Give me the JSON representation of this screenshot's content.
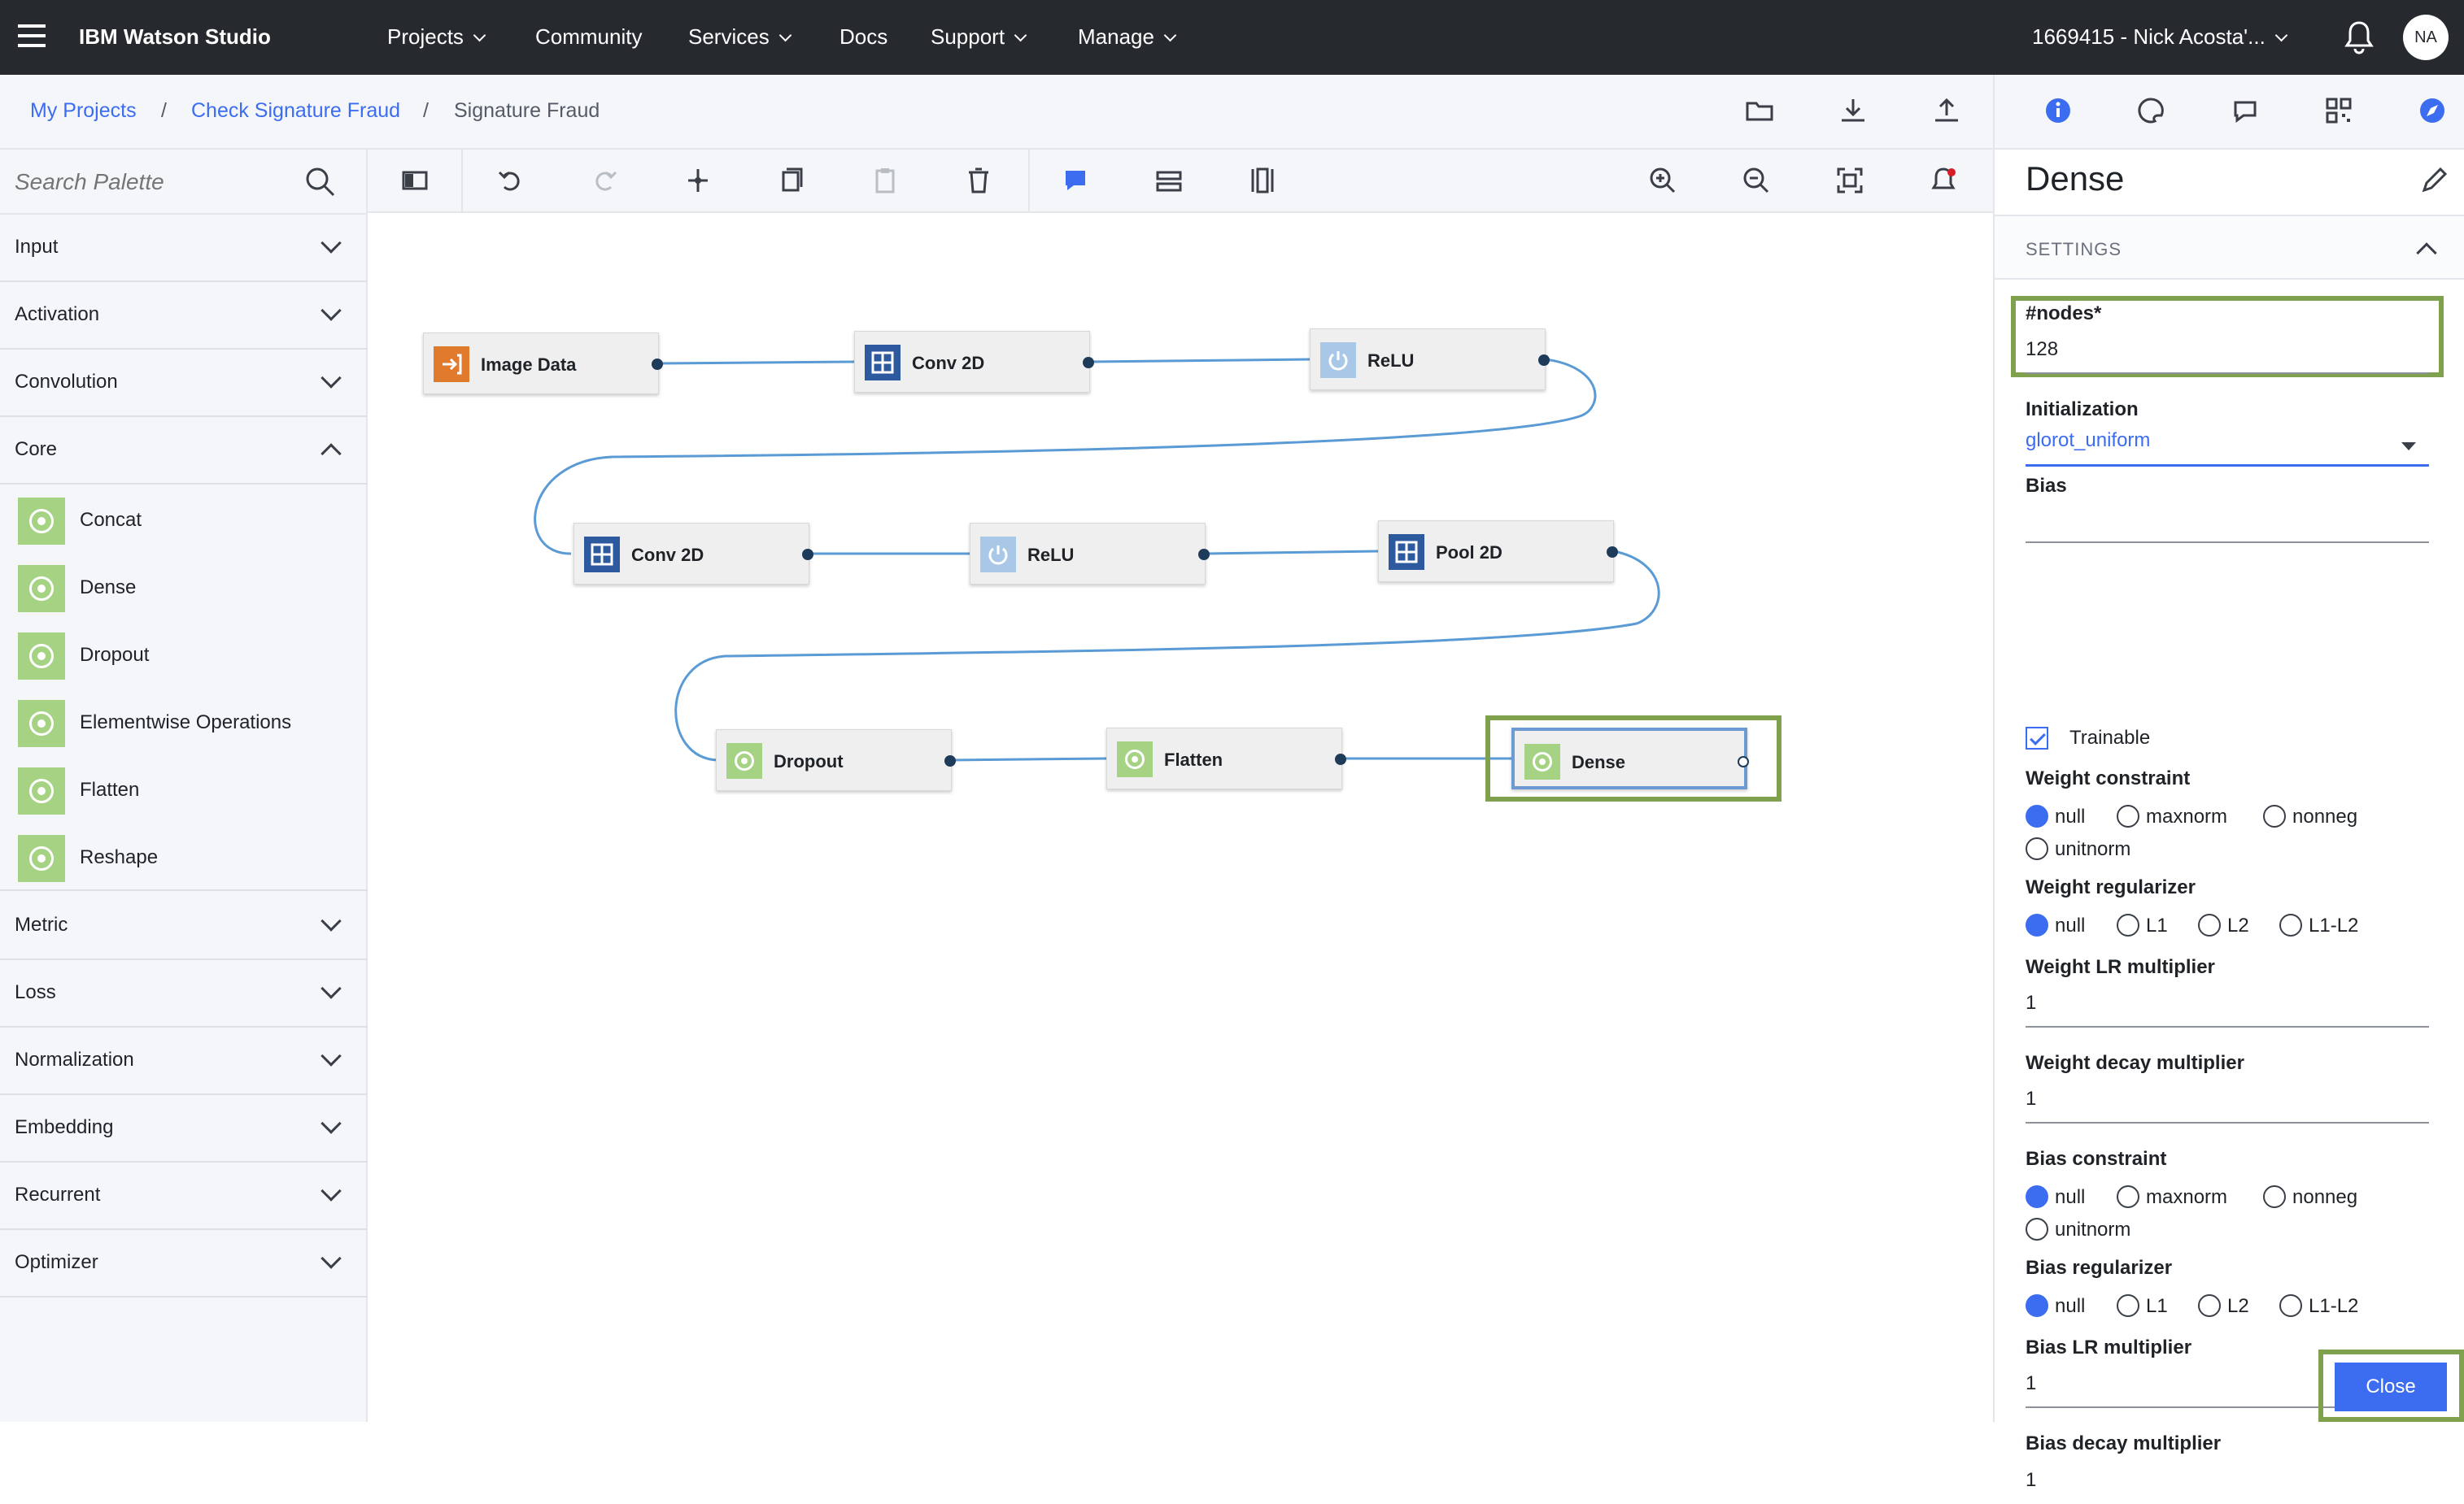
{
  "app": {
    "brand": "IBM Watson Studio"
  },
  "topnav": {
    "items": [
      {
        "label": "Projects",
        "dropdown": true
      },
      {
        "label": "Community",
        "dropdown": false
      },
      {
        "label": "Services",
        "dropdown": true
      },
      {
        "label": "Docs",
        "dropdown": false
      },
      {
        "label": "Support",
        "dropdown": true
      },
      {
        "label": "Manage",
        "dropdown": true
      }
    ],
    "account": "1669415 - Nick Acosta'...",
    "avatar_initials": "NA"
  },
  "breadcrumb": {
    "items": [
      "My Projects",
      "Check Signature Fraud",
      "Signature Fraud"
    ],
    "separator": "/"
  },
  "palette": {
    "search_placeholder": "Search Palette",
    "categories": [
      {
        "label": "Input",
        "expanded": false
      },
      {
        "label": "Activation",
        "expanded": false
      },
      {
        "label": "Convolution",
        "expanded": false
      },
      {
        "label": "Core",
        "expanded": true,
        "items": [
          "Concat",
          "Dense",
          "Dropout",
          "Elementwise Operations",
          "Flatten",
          "Reshape"
        ]
      },
      {
        "label": "Metric",
        "expanded": false
      },
      {
        "label": "Loss",
        "expanded": false
      },
      {
        "label": "Normalization",
        "expanded": false
      },
      {
        "label": "Embedding",
        "expanded": false
      },
      {
        "label": "Recurrent",
        "expanded": false
      },
      {
        "label": "Optimizer",
        "expanded": false
      }
    ]
  },
  "canvas": {
    "nodes": [
      {
        "label": "Image Data",
        "type": "input"
      },
      {
        "label": "Conv 2D",
        "type": "conv"
      },
      {
        "label": "ReLU",
        "type": "activation"
      },
      {
        "label": "Conv 2D",
        "type": "conv"
      },
      {
        "label": "ReLU",
        "type": "activation"
      },
      {
        "label": "Pool 2D",
        "type": "conv"
      },
      {
        "label": "Dropout",
        "type": "core"
      },
      {
        "label": "Flatten",
        "type": "core"
      },
      {
        "label": "Dense",
        "type": "core",
        "selected": true
      }
    ]
  },
  "panel": {
    "title": "Dense",
    "section": "SETTINGS",
    "nodes_label": "#nodes*",
    "nodes_value": "128",
    "init_label": "Initialization",
    "init_value": "glorot_uniform",
    "bias_label": "Bias",
    "bias_value": "",
    "trainable_label": "Trainable",
    "trainable_checked": true,
    "weight_constraint": {
      "label": "Weight constraint",
      "options": [
        "null",
        "maxnorm",
        "nonneg",
        "unitnorm"
      ],
      "selected": "null"
    },
    "weight_regularizer": {
      "label": "Weight regularizer",
      "options": [
        "null",
        "L1",
        "L2",
        "L1-L2"
      ],
      "selected": "null"
    },
    "weight_lr_label": "Weight LR multiplier",
    "weight_lr_value": "1",
    "weight_decay_label": "Weight decay multiplier",
    "weight_decay_value": "1",
    "bias_constraint": {
      "label": "Bias constraint",
      "options": [
        "null",
        "maxnorm",
        "nonneg",
        "unitnorm"
      ],
      "selected": "null"
    },
    "bias_regularizer": {
      "label": "Bias regularizer",
      "options": [
        "null",
        "L1",
        "L2",
        "L1-L2"
      ],
      "selected": "null"
    },
    "bias_lr_label": "Bias LR multiplier",
    "bias_lr_value": "1",
    "bias_decay_label": "Bias decay multiplier",
    "bias_decay_value": "1",
    "close_label": "Close"
  },
  "colors": {
    "accent": "#3c6df0",
    "topbar": "#262a2f",
    "highlight": "#7fa04c",
    "input_node": "#e07a2c",
    "conv_node": "#2d5a9e",
    "activation_node": "#a9c8e8",
    "core_node": "#a5d383"
  }
}
